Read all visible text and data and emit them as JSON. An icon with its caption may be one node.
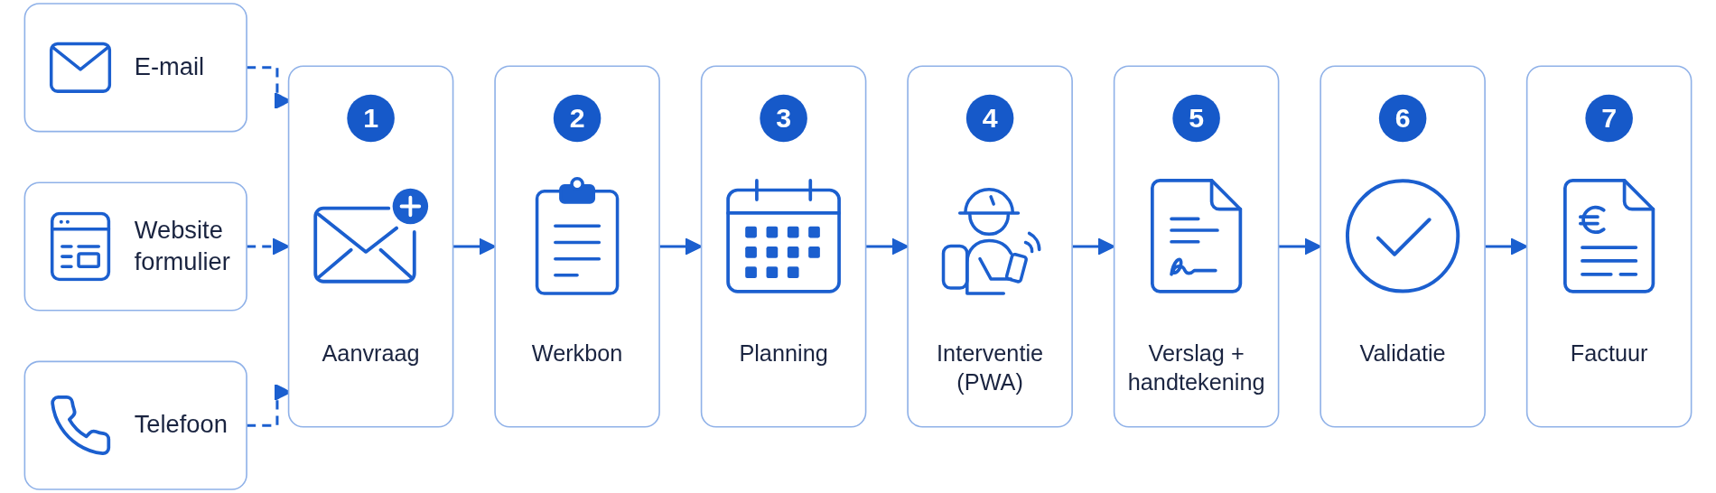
{
  "diagram": {
    "nodes": [
      {
        "text": [
          "E-mail"
        ]
      },
      {
        "text": [
          "Website formulier"
        ]
      },
      {
        "text": [
          "Telefoon"
        ]
      },
      {
        "text": [
          "1",
          "Aanvraag"
        ]
      },
      {
        "text": [
          "2",
          "Werkbon"
        ]
      },
      {
        "text": [
          "3",
          "Planning"
        ]
      },
      {
        "text": [
          "4",
          "Interventie (PWA)"
        ]
      },
      {
        "text": [
          "5",
          "Verslag + handtekening"
        ]
      },
      {
        "text": [
          "6",
          "Validatie"
        ]
      },
      {
        "text": [
          "7",
          "Factuur"
        ]
      }
    ],
    "edges": [
      {
        "from": 0,
        "to": 3,
        "arrow": "to",
        "style": "dashed"
      },
      {
        "from": 1,
        "to": 3,
        "arrow": "to",
        "style": "dashed"
      },
      {
        "from": 2,
        "to": 3,
        "arrow": "to",
        "style": "dashed"
      },
      {
        "from": 3,
        "to": 4,
        "arrow": "to"
      },
      {
        "from": 4,
        "to": 5,
        "arrow": "to"
      },
      {
        "from": 5,
        "to": 6,
        "arrow": "to"
      },
      {
        "from": 6,
        "to": 7,
        "arrow": "to"
      },
      {
        "from": 7,
        "to": 8,
        "arrow": "to"
      },
      {
        "from": 8,
        "to": 9,
        "arrow": "to"
      }
    ]
  }
}
